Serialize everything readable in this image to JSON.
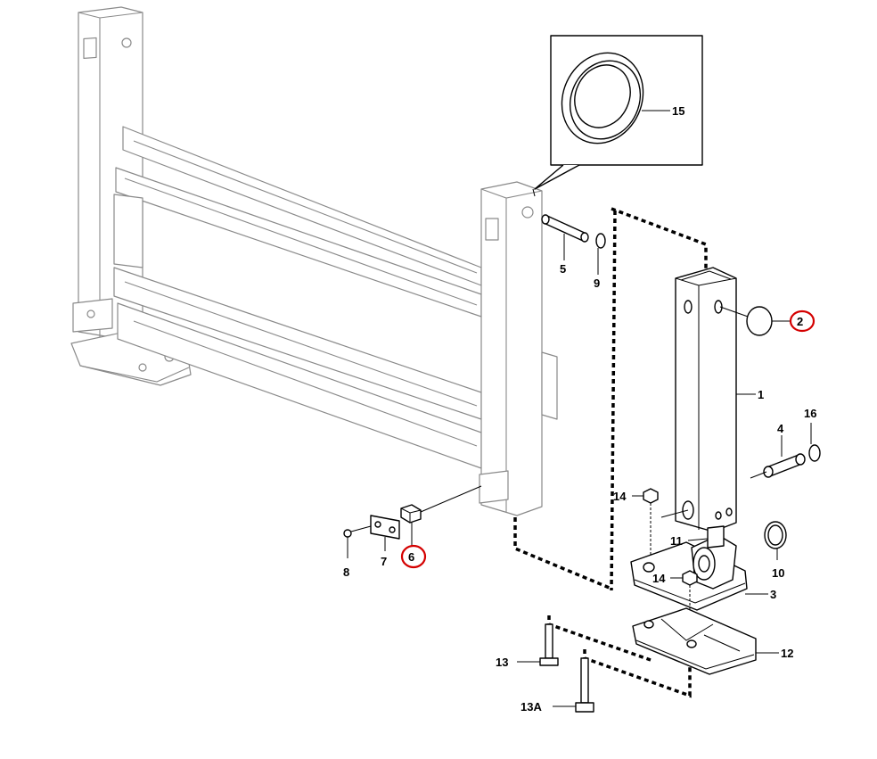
{
  "diagram": {
    "callouts": [
      {
        "id": "c15",
        "label": "15"
      },
      {
        "id": "c2",
        "label": "2",
        "highlighted": true
      },
      {
        "id": "c1",
        "label": "1"
      },
      {
        "id": "c5",
        "label": "5"
      },
      {
        "id": "c9",
        "label": "9"
      },
      {
        "id": "c16",
        "label": "16"
      },
      {
        "id": "c4",
        "label": "4"
      },
      {
        "id": "c14a",
        "label": "14"
      },
      {
        "id": "c14b",
        "label": "14"
      },
      {
        "id": "c11",
        "label": "11"
      },
      {
        "id": "c10",
        "label": "10"
      },
      {
        "id": "c3",
        "label": "3"
      },
      {
        "id": "c12",
        "label": "12"
      },
      {
        "id": "c13",
        "label": "13"
      },
      {
        "id": "c13a",
        "label": "13A"
      },
      {
        "id": "c8",
        "label": "8"
      },
      {
        "id": "c7",
        "label": "7"
      },
      {
        "id": "c6",
        "label": "6",
        "highlighted": true
      }
    ],
    "highlight_color": "#d40000"
  }
}
